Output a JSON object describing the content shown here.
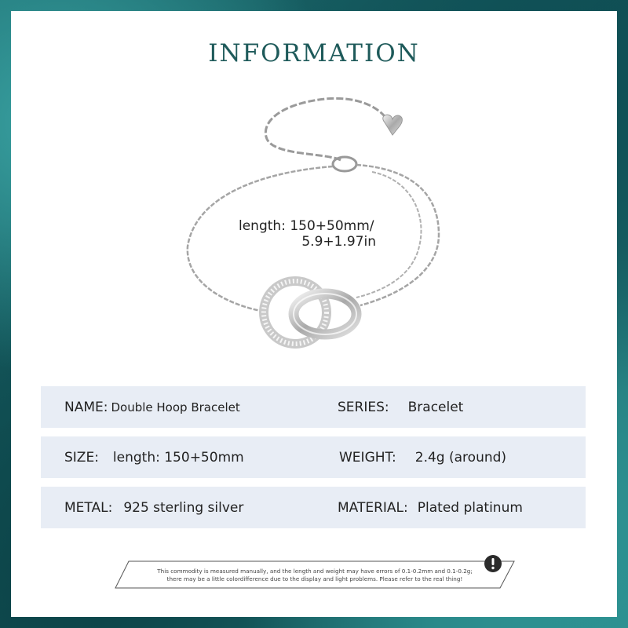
{
  "header": {
    "title": "INFORMATION"
  },
  "product": {
    "length_line1": "length: 150+50mm/",
    "length_line2": "5.9+1.97in"
  },
  "specs": [
    [
      {
        "label": "NAME:",
        "value": "Double Hoop Bracelet"
      },
      {
        "label": "SERIES:",
        "value": "Bracelet"
      }
    ],
    [
      {
        "label": "SIZE:",
        "value": "length: 150+50mm"
      },
      {
        "label": "WEIGHT:",
        "value": "2.4g (around)"
      }
    ],
    [
      {
        "label": "METAL:",
        "value": "925 sterling silver"
      },
      {
        "label": "MATERIAL:",
        "value": "Plated platinum"
      }
    ]
  ],
  "notice": {
    "line1": "This commodity is measured manually, and the length and weight may have errors of 0.1-0.2mm and 0.1-0.2g;",
    "line2": "there may be a little colordifference due to the display and light problems. Please refer to the real thing!",
    "icon": "exclamation-icon"
  },
  "colors": {
    "title": "#1e5a5a",
    "row_bg": "#e8edf5",
    "frame": "#1d6b6e"
  }
}
